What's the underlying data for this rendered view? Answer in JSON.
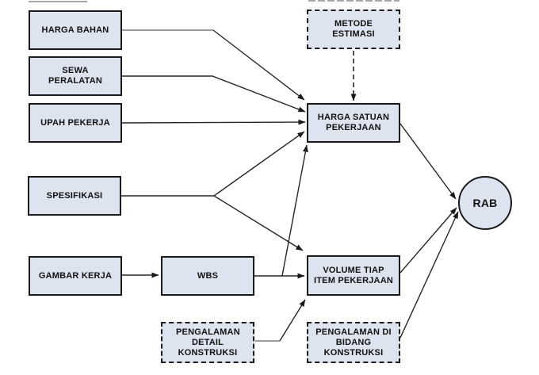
{
  "nodes": {
    "harga_bahan": {
      "label": "HARGA BAHAN",
      "shape": "box",
      "border": "solid"
    },
    "sewa_peralatan": {
      "label": "SEWA PERALATAN",
      "shape": "box",
      "border": "solid"
    },
    "upah_pekerja": {
      "label": "UPAH PEKERJA",
      "shape": "box",
      "border": "solid"
    },
    "spesifikasi": {
      "label": "SPESIFIKASI",
      "shape": "box",
      "border": "solid"
    },
    "gambar_kerja": {
      "label": "GAMBAR KERJA",
      "shape": "box",
      "border": "solid"
    },
    "wbs": {
      "label": "WBS",
      "shape": "box",
      "border": "solid"
    },
    "metode_estimasi": {
      "label": "METODE ESTIMASI",
      "shape": "box",
      "border": "dashed"
    },
    "harga_satuan": {
      "label": "HARGA SATUAN PEKERJAAN",
      "shape": "box",
      "border": "solid"
    },
    "volume_item": {
      "label": "VOLUME TIAP ITEM PEKERJAAN",
      "shape": "box",
      "border": "solid"
    },
    "pengalaman_detail": {
      "label": "PENGALAMAN DETAIL KONSTRUKSI",
      "shape": "box",
      "border": "dashed"
    },
    "pengalaman_bidang": {
      "label": "PENGALAMAN DI BIDANG KONSTRUKSI",
      "shape": "box",
      "border": "dashed"
    },
    "rab": {
      "label": "RAB",
      "shape": "circle",
      "border": "solid"
    }
  },
  "edges": [
    {
      "from": "HARGA BAHAN",
      "to": "HARGA SATUAN PEKERJAAN",
      "style": "solid",
      "note": "gray horizontal segment then black diagonal"
    },
    {
      "from": "SEWA PERALATAN",
      "to": "HARGA SATUAN PEKERJAAN",
      "style": "solid"
    },
    {
      "from": "UPAH PEKERJA",
      "to": "HARGA SATUAN PEKERJAAN",
      "style": "solid"
    },
    {
      "from": "SPESIFIKASI",
      "to": "HARGA SATUAN PEKERJAAN",
      "style": "solid"
    },
    {
      "from": "SPESIFIKASI",
      "to": "VOLUME TIAP ITEM PEKERJAAN",
      "style": "solid"
    },
    {
      "from": "METODE ESTIMASI",
      "to": "HARGA SATUAN PEKERJAAN",
      "style": "dashed"
    },
    {
      "from": "GAMBAR KERJA",
      "to": "WBS",
      "style": "solid"
    },
    {
      "from": "WBS",
      "to": "VOLUME TIAP ITEM PEKERJAAN",
      "style": "solid"
    },
    {
      "from": "WBS",
      "to": "HARGA SATUAN PEKERJAAN",
      "style": "solid"
    },
    {
      "from": "PENGALAMAN DETAIL KONSTRUKSI",
      "to": "VOLUME TIAP ITEM PEKERJAAN",
      "style": "solid",
      "note": "gray horizontal segment then black diagonal"
    },
    {
      "from": "HARGA SATUAN PEKERJAAN",
      "to": "RAB",
      "style": "solid"
    },
    {
      "from": "VOLUME TIAP ITEM PEKERJAAN",
      "to": "RAB",
      "style": "solid"
    },
    {
      "from": "PENGALAMAN DI BIDANG KONSTRUKSI",
      "to": "RAB",
      "style": "solid"
    }
  ],
  "colors": {
    "background": "#ffffff",
    "node_fill": "#dde4f0",
    "node_border": "#1a1a1a",
    "line": "#262626",
    "gray_line": "#9e9e9e",
    "text": "#111111"
  }
}
